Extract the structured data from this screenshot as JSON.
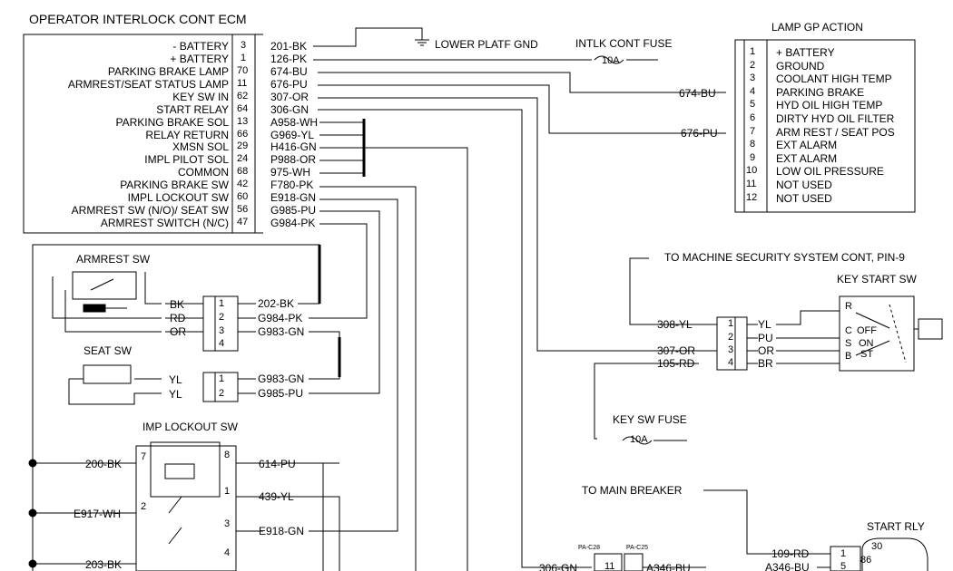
{
  "title": "OPERATOR INTERLOCK CONT ECM",
  "ecm": {
    "pins": [
      {
        "label": "- BATTERY",
        "pin": "3",
        "wire": "201-BK"
      },
      {
        "label": "+ BATTERY",
        "pin": "1",
        "wire": "126-PK"
      },
      {
        "label": "PARKING BRAKE LAMP",
        "pin": "70",
        "wire": "674-BU"
      },
      {
        "label": "ARMREST/SEAT STATUS LAMP",
        "pin": "11",
        "wire": "676-PU"
      },
      {
        "label": "KEY SW IN",
        "pin": "62",
        "wire": "307-OR"
      },
      {
        "label": "START RELAY",
        "pin": "64",
        "wire": "306-GN"
      },
      {
        "label": "PARKING BRAKE SOL",
        "pin": "13",
        "wire": "A958-WH"
      },
      {
        "label": "RELAY RETURN",
        "pin": "66",
        "wire": "G969-YL"
      },
      {
        "label": "XMSN SOL",
        "pin": "29",
        "wire": "H416-GN"
      },
      {
        "label": "IMPL PILOT SOL",
        "pin": "24",
        "wire": "P988-OR"
      },
      {
        "label": "COMMON",
        "pin": "68",
        "wire": "975-WH"
      },
      {
        "label": "PARKING BRAKE SW",
        "pin": "42",
        "wire": "F780-PK"
      },
      {
        "label": "IMPL LOCKOUT SW",
        "pin": "60",
        "wire": "E918-GN"
      },
      {
        "label": "ARMREST SW (N/O)/ SEAT SW",
        "pin": "56",
        "wire": "G985-PU"
      },
      {
        "label": "ARMREST SWITCH (N/C)",
        "pin": "47",
        "wire": "G984-PK"
      }
    ]
  },
  "lower_platf_gnd": "LOWER PLATF GND",
  "intlk_fuse": {
    "label": "INTLK CONT FUSE",
    "rating": "10A"
  },
  "lamp_gp": {
    "title": "LAMP GP ACTION",
    "items": [
      {
        "pin": "1",
        "label": "+ BATTERY"
      },
      {
        "pin": "2",
        "label": "GROUND"
      },
      {
        "pin": "3",
        "label": "COOLANT HIGH TEMP"
      },
      {
        "pin": "4",
        "label": "PARKING BRAKE"
      },
      {
        "pin": "5",
        "label": "HYD OIL HIGH TEMP"
      },
      {
        "pin": "6",
        "label": "DIRTY HYD OIL FILTER"
      },
      {
        "pin": "7",
        "label": "ARM REST / SEAT POS"
      },
      {
        "pin": "8",
        "label": "EXT ALARM"
      },
      {
        "pin": "9",
        "label": "EXT ALARM"
      },
      {
        "pin": "10",
        "label": "LOW OIL PRESSURE"
      },
      {
        "pin": "11",
        "label": "NOT USED"
      },
      {
        "pin": "12",
        "label": "NOT USED"
      }
    ],
    "wire_4": "674-BU",
    "wire_7": "676-PU"
  },
  "armrest_sw": {
    "title": "ARMREST SW",
    "colors": [
      "BK",
      "RD",
      "OR"
    ],
    "pins": [
      "1",
      "2",
      "3",
      "4"
    ],
    "wires": [
      "202-BK",
      "G984-PK",
      "G983-GN"
    ]
  },
  "seat_sw": {
    "title": "SEAT SW",
    "colors": [
      "YL",
      "YL"
    ],
    "pins": [
      "1",
      "2"
    ],
    "wires": [
      "G983-GN",
      "G985-PU"
    ]
  },
  "security": "TO MACHINE SECURITY SYSTEM CONT, PIN-9",
  "key_start": {
    "title": "KEY START SW",
    "wires": [
      "308-YL",
      "307-OR",
      "105-RD"
    ],
    "pins": [
      "1",
      "2",
      "3",
      "4"
    ],
    "colors": [
      "YL",
      "PU",
      "OR",
      "BR"
    ],
    "terms": [
      "R",
      "C",
      "S",
      "B"
    ],
    "positions": [
      "OFF",
      "ON",
      "ST"
    ]
  },
  "key_fuse": {
    "label": "KEY SW FUSE",
    "rating": "10A"
  },
  "imp_lockout": {
    "title": "IMP LOCKOUT SW",
    "left_wires": [
      "200-BK",
      "E917-WH",
      "203-BK"
    ],
    "left_pins": [
      "7",
      "2"
    ],
    "right_pins": [
      "8",
      "1",
      "3",
      "4"
    ],
    "right_wires": [
      "614-PU",
      "439-YL",
      "E918-GN"
    ]
  },
  "main_breaker": "TO MAIN BREAKER",
  "start_rly": {
    "title": "START RLY",
    "wire_in": "109-RD",
    "wire_out": "A346-BU",
    "pins": [
      "1",
      "5"
    ],
    "terms": [
      "30",
      "86"
    ]
  },
  "bottom": {
    "wire": "306-GN",
    "pin": "11",
    "wire_out": "A346-BU",
    "tag1": "PA-C28",
    "tag2": "PA-C25"
  }
}
